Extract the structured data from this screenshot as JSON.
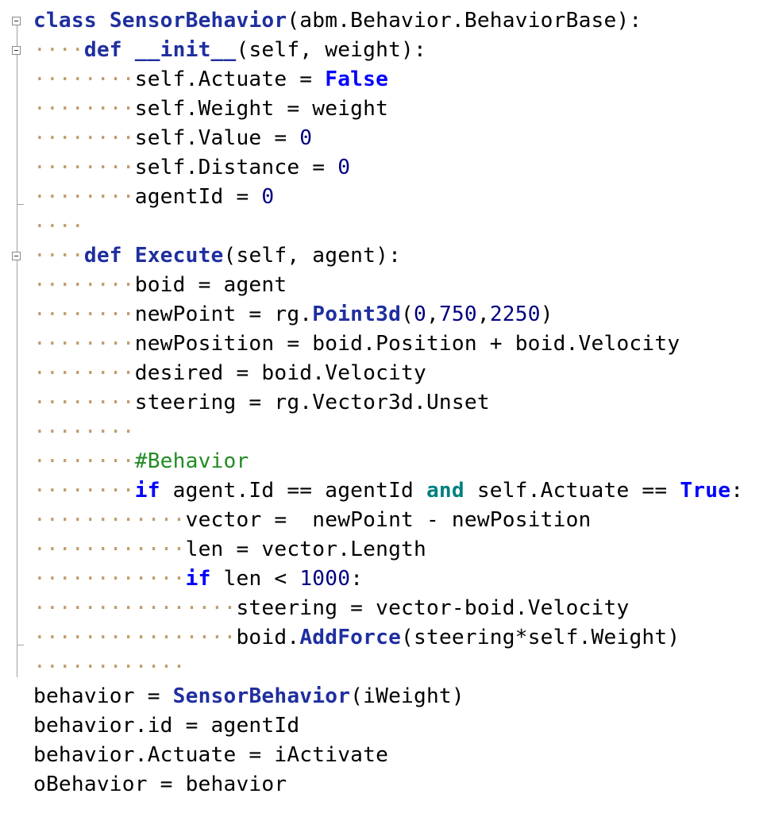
{
  "editor": {
    "indent_unit": "····",
    "lines": [
      {
        "indent": 0,
        "tokens": [
          [
            "kw2",
            "class"
          ],
          [
            "p",
            " "
          ],
          [
            "fn",
            "SensorBehavior"
          ],
          [
            "p",
            "(abm.Behavior.BehaviorBase):"
          ]
        ]
      },
      {
        "indent": 1,
        "tokens": [
          [
            "kw2",
            "def"
          ],
          [
            "p",
            " "
          ],
          [
            "fn",
            "__init__"
          ],
          [
            "p",
            "(self, weight):"
          ]
        ]
      },
      {
        "indent": 2,
        "tokens": [
          [
            "p",
            "self.Actuate = "
          ],
          [
            "bool",
            "False"
          ]
        ]
      },
      {
        "indent": 2,
        "tokens": [
          [
            "p",
            "self.Weight = weight"
          ]
        ]
      },
      {
        "indent": 2,
        "tokens": [
          [
            "p",
            "self.Value = "
          ],
          [
            "num",
            "0"
          ]
        ]
      },
      {
        "indent": 2,
        "tokens": [
          [
            "p",
            "self.Distance = "
          ],
          [
            "num",
            "0"
          ]
        ]
      },
      {
        "indent": 2,
        "tokens": [
          [
            "p",
            "agentId = "
          ],
          [
            "num",
            "0"
          ]
        ]
      },
      {
        "indent": 1,
        "tokens": []
      },
      {
        "indent": 1,
        "tokens": [
          [
            "kw2",
            "def"
          ],
          [
            "p",
            " "
          ],
          [
            "fn",
            "Execute"
          ],
          [
            "p",
            "(self, agent):"
          ]
        ]
      },
      {
        "indent": 2,
        "tokens": [
          [
            "p",
            "boid = agent"
          ]
        ]
      },
      {
        "indent": 2,
        "tokens": [
          [
            "p",
            "newPoint = rg."
          ],
          [
            "fn",
            "Point3d"
          ],
          [
            "p",
            "("
          ],
          [
            "num",
            "0"
          ],
          [
            "p",
            ","
          ],
          [
            "num",
            "750"
          ],
          [
            "p",
            ","
          ],
          [
            "num",
            "2250"
          ],
          [
            "p",
            ")"
          ]
        ]
      },
      {
        "indent": 2,
        "tokens": [
          [
            "p",
            "newPosition = boid.Position + boid.Velocity"
          ]
        ]
      },
      {
        "indent": 2,
        "tokens": [
          [
            "p",
            "desired = boid.Velocity"
          ]
        ]
      },
      {
        "indent": 2,
        "tokens": [
          [
            "p",
            "steering = rg.Vector3d.Unset"
          ]
        ]
      },
      {
        "indent": 2,
        "tokens": []
      },
      {
        "indent": 2,
        "tokens": [
          [
            "cm",
            "#Behavior"
          ]
        ]
      },
      {
        "indent": 2,
        "tokens": [
          [
            "kw",
            "if"
          ],
          [
            "p",
            " agent.Id == agentId "
          ],
          [
            "and",
            "and"
          ],
          [
            "p",
            " self.Actuate == "
          ],
          [
            "bool",
            "True"
          ],
          [
            "p",
            ":"
          ]
        ]
      },
      {
        "indent": 3,
        "tokens": [
          [
            "p",
            "vector =  newPoint - newPosition"
          ]
        ]
      },
      {
        "indent": 3,
        "tokens": [
          [
            "p",
            "len = vector.Length"
          ]
        ]
      },
      {
        "indent": 3,
        "tokens": [
          [
            "kw",
            "if"
          ],
          [
            "p",
            " len < "
          ],
          [
            "num",
            "1000"
          ],
          [
            "p",
            ":"
          ]
        ]
      },
      {
        "indent": 4,
        "tokens": [
          [
            "p",
            "steering = vector-boid.Velocity"
          ]
        ]
      },
      {
        "indent": 4,
        "tokens": [
          [
            "p",
            "boid."
          ],
          [
            "fn",
            "AddForce"
          ],
          [
            "p",
            "(steering*self.Weight)"
          ]
        ]
      },
      {
        "indent": 3,
        "tokens": []
      },
      {
        "indent": 0,
        "tokens": [
          [
            "p",
            "behavior = "
          ],
          [
            "fn",
            "SensorBehavior"
          ],
          [
            "p",
            "(iWeight)"
          ]
        ]
      },
      {
        "indent": 0,
        "tokens": [
          [
            "p",
            "behavior.id = agentId"
          ]
        ]
      },
      {
        "indent": 0,
        "tokens": [
          [
            "p",
            "behavior.Actuate = iActivate"
          ]
        ]
      },
      {
        "indent": 0,
        "tokens": [
          [
            "p",
            "oBehavior = behavior"
          ]
        ]
      }
    ]
  },
  "fold_markers": [
    {
      "line": 0,
      "state": "expanded"
    },
    {
      "line": 1,
      "state": "expanded"
    },
    {
      "line": 8,
      "state": "expanded"
    }
  ],
  "colors": {
    "keyword": "#0000ff",
    "def_keyword": "#1f2f9f",
    "function": "#1f2f9f",
    "number": "#000080",
    "comment": "#228b22",
    "and_operator": "#008080",
    "whitespace_dots": "#c19a6b"
  }
}
